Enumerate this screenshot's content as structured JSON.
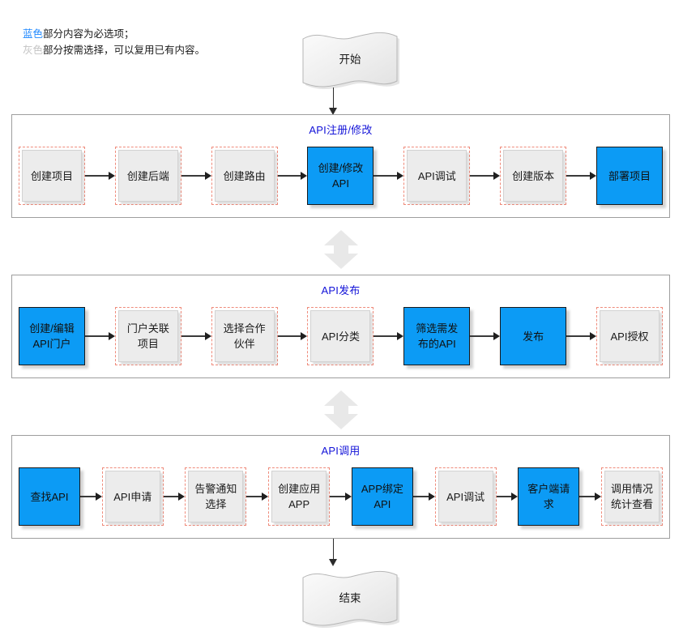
{
  "legend": {
    "line1_kw": "蓝色",
    "line1_rest": "部分内容为必选项；",
    "line2_kw": "灰色",
    "line2_rest": "部分按需选择，可以复用已有内容。",
    "blue_color": "#1e88ff",
    "gray_color": "#c4c4c4"
  },
  "terminators": {
    "start": "开始",
    "end": "结束"
  },
  "colors": {
    "required_blue": "#0c9bf5",
    "optional_gray_fill": "#ececec",
    "optional_dashed_border": "#ef8b7b",
    "panel_border": "#9e9e9e",
    "panel_title_blue": "#1313d8",
    "connector": "#2b2b2b",
    "double_arrow": "#e8e8e8"
  },
  "panels": [
    {
      "title": "API注册/修改",
      "nodes": [
        {
          "label": "创建项目",
          "type": "optional",
          "width": 82
        },
        {
          "label": "创建后端",
          "type": "optional",
          "width": 82
        },
        {
          "label": "创建路由",
          "type": "optional",
          "width": 82
        },
        {
          "label": "创建/修改\nAPI",
          "type": "required",
          "width": 82
        },
        {
          "label": "API调试",
          "type": "optional",
          "width": 82
        },
        {
          "label": "创建版本",
          "type": "optional",
          "width": 82
        },
        {
          "label": "部署项目",
          "type": "required",
          "width": 82
        }
      ]
    },
    {
      "title": "API发布",
      "nodes": [
        {
          "label": "创建/编辑\nAPI门户",
          "type": "required",
          "width": 82
        },
        {
          "label": "门户关联\n项目",
          "type": "optional",
          "width": 82
        },
        {
          "label": "选择合作\n伙伴",
          "type": "optional",
          "width": 82
        },
        {
          "label": "API分类",
          "type": "optional",
          "width": 82
        },
        {
          "label": "筛选需发\n布的API",
          "type": "required",
          "width": 82
        },
        {
          "label": "发布",
          "type": "required",
          "width": 82
        },
        {
          "label": "API授权",
          "type": "optional",
          "width": 82
        }
      ]
    },
    {
      "title": "API调用",
      "nodes": [
        {
          "label": "查找API",
          "type": "required",
          "width": 76
        },
        {
          "label": "API申请",
          "type": "optional",
          "width": 76
        },
        {
          "label": "告警通知\n选择",
          "type": "optional",
          "width": 76
        },
        {
          "label": "创建应用\nAPP",
          "type": "optional",
          "width": 76
        },
        {
          "label": "APP绑定\nAPI",
          "type": "required",
          "width": 76
        },
        {
          "label": "API调试",
          "type": "optional",
          "width": 76
        },
        {
          "label": "客户端请\n求",
          "type": "required",
          "width": 76
        },
        {
          "label": "调用情况\n统计查看",
          "type": "optional",
          "width": 76
        }
      ]
    }
  ]
}
